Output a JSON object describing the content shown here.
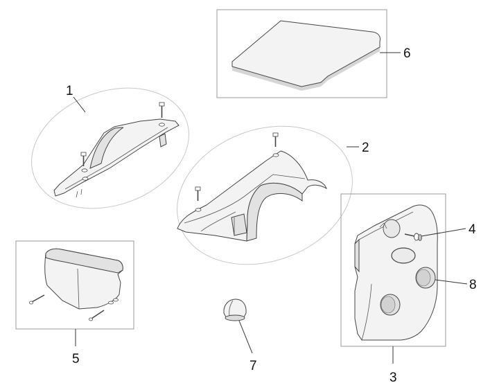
{
  "callouts": {
    "c1": "1",
    "c2": "2",
    "c3": "3",
    "c4": "4",
    "c5": "5",
    "c6": "6",
    "c7": "7",
    "c8": "8"
  },
  "colors": {
    "stroke": "#444444",
    "fill": "#f3f3f3",
    "frame": "#9a9a9a",
    "ellipse": "#c8c8c8"
  }
}
